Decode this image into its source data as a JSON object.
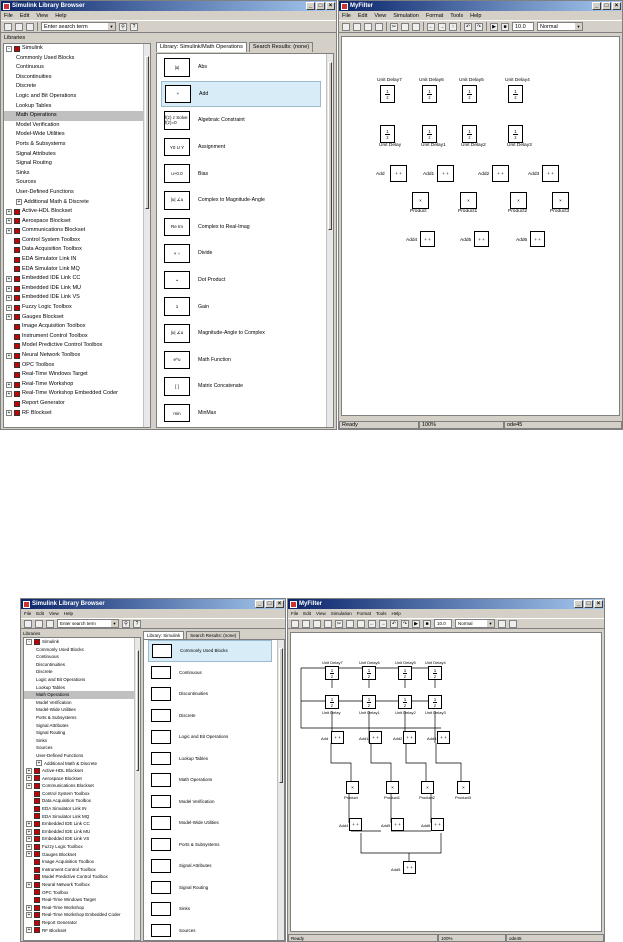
{
  "lib": {
    "title": "Simulink Library Browser",
    "menu": [
      "File",
      "Edit",
      "View",
      "Help"
    ],
    "search_value": "Enter search term",
    "libraries_label": "Libraries",
    "tree": [
      {
        "label": "Simulink",
        "lvl": 0,
        "exp": "-",
        "icon": true
      },
      {
        "label": "Commonly Used Blocks",
        "lvl": 1
      },
      {
        "label": "Continuous",
        "lvl": 1
      },
      {
        "label": "Discontinuities",
        "lvl": 1
      },
      {
        "label": "Discrete",
        "lvl": 1
      },
      {
        "label": "Logic and Bit Operations",
        "lvl": 1
      },
      {
        "label": "Lookup Tables",
        "lvl": 1
      },
      {
        "label": "Math Operations",
        "lvl": 1,
        "sel": true
      },
      {
        "label": "Model Verification",
        "lvl": 1
      },
      {
        "label": "Model-Wide Utilities",
        "lvl": 1
      },
      {
        "label": "Ports & Subsystems",
        "lvl": 1
      },
      {
        "label": "Signal Attributes",
        "lvl": 1
      },
      {
        "label": "Signal Routing",
        "lvl": 1
      },
      {
        "label": "Sinks",
        "lvl": 1
      },
      {
        "label": "Sources",
        "lvl": 1
      },
      {
        "label": "User-Defined Functions",
        "lvl": 1
      },
      {
        "label": "Additional Math & Discrete",
        "lvl": 1,
        "exp": "+"
      },
      {
        "label": "Active-HDL Blockset",
        "lvl": 0,
        "exp": "+",
        "icon": true
      },
      {
        "label": "Aerospace Blockset",
        "lvl": 0,
        "exp": "+",
        "icon": true
      },
      {
        "label": "Communications Blockset",
        "lvl": 0,
        "exp": "+",
        "icon": true
      },
      {
        "label": "Control System Toolbox",
        "lvl": 0,
        "icon": true
      },
      {
        "label": "Data Acquisition Toolbox",
        "lvl": 0,
        "icon": true
      },
      {
        "label": "EDA Simulator Link IN",
        "lvl": 0,
        "icon": true
      },
      {
        "label": "EDA Simulator Link MQ",
        "lvl": 0,
        "icon": true
      },
      {
        "label": "Embedded IDE Link CC",
        "lvl": 0,
        "exp": "+",
        "icon": true
      },
      {
        "label": "Embedded IDE Link MU",
        "lvl": 0,
        "exp": "+",
        "icon": true
      },
      {
        "label": "Embedded IDE Link VS",
        "lvl": 0,
        "exp": "+",
        "icon": true
      },
      {
        "label": "Fuzzy Logic Toolbox",
        "lvl": 0,
        "exp": "+",
        "icon": true
      },
      {
        "label": "Gauges Blockset",
        "lvl": 0,
        "exp": "+",
        "icon": true
      },
      {
        "label": "Image Acquisition Toolbox",
        "lvl": 0,
        "icon": true
      },
      {
        "label": "Instrument Control Toolbox",
        "lvl": 0,
        "icon": true
      },
      {
        "label": "Model Predictive Control Toolbox",
        "lvl": 0,
        "icon": true
      },
      {
        "label": "Neural Network Toolbox",
        "lvl": 0,
        "exp": "+",
        "icon": true
      },
      {
        "label": "OPC Toolbox",
        "lvl": 0,
        "icon": true
      },
      {
        "label": "Real-Time Windows Target",
        "lvl": 0,
        "icon": true
      },
      {
        "label": "Real-Time Workshop",
        "lvl": 0,
        "exp": "+",
        "icon": true
      },
      {
        "label": "Real-Time Workshop Embedded Coder",
        "lvl": 0,
        "exp": "+",
        "icon": true
      },
      {
        "label": "Report Generator",
        "lvl": 0,
        "icon": true
      },
      {
        "label": "RF Blockset",
        "lvl": 0,
        "exp": "+",
        "icon": true
      }
    ],
    "tab_lib_top": "Library: Simulink/Math Operations",
    "tab_lib_bottom": "Library: Simulink",
    "tab_search": "Search Results: (none)",
    "blocks_top": [
      {
        "label": "Abs",
        "icon": "|u|"
      },
      {
        "label": "Add",
        "icon": "+",
        "sel": true
      },
      {
        "label": "Algebraic Constraint",
        "icon": "f(z) z Solve f(z)=0"
      },
      {
        "label": "Assignment",
        "icon": "Y0 U Y"
      },
      {
        "label": "Bias",
        "icon": "u+0.0"
      },
      {
        "label": "Complex to Magnitude-Angle",
        "icon": "|u| ∠u"
      },
      {
        "label": "Complex to Real-Imag",
        "icon": "Re Im"
      },
      {
        "label": "Divide",
        "icon": "× ÷"
      },
      {
        "label": "Dot Product",
        "icon": "•"
      },
      {
        "label": "Gain",
        "icon": "1"
      },
      {
        "label": "Magnitude-Angle to Complex",
        "icon": "|u| ∠u"
      },
      {
        "label": "Math Function",
        "icon": "e^u"
      },
      {
        "label": "Matrix Concatenate",
        "icon": "[ ]"
      },
      {
        "label": "MinMax",
        "icon": "min"
      }
    ],
    "blocks_bottom": [
      {
        "label": "Commonly Used Blocks",
        "sel": true
      },
      {
        "label": "Continuous"
      },
      {
        "label": "Discontinuities"
      },
      {
        "label": "Discrete"
      },
      {
        "label": "Logic and Bit Operations"
      },
      {
        "label": "Lookup Tables"
      },
      {
        "label": "Math Operations"
      },
      {
        "label": "Model Verification"
      },
      {
        "label": "Model-Wide Utilities"
      },
      {
        "label": "Ports & Subsystems"
      },
      {
        "label": "Signal Attributes"
      },
      {
        "label": "Signal Routing"
      },
      {
        "label": "Sinks"
      },
      {
        "label": "Sources"
      }
    ]
  },
  "model": {
    "title": "MyFilter",
    "menu": [
      "File",
      "Edit",
      "View",
      "Simulation",
      "Format",
      "Tools",
      "Help"
    ],
    "stop_time": "10.0",
    "sim_mode": "Normal",
    "status_ready": "Ready",
    "status_zoom": "100%",
    "status_solver": "ode45",
    "unit_delay_tops": [
      "Unit Delay7",
      "Unit Delay6",
      "Unit Delay5",
      "Unit Delay4"
    ],
    "unit_delay_bots": [
      "Unit Delay",
      "Unit Delay1",
      "Unit Delay2",
      "Unit Delay3"
    ],
    "ud_frac_num": "1",
    "ud_frac_den": "z",
    "adds_row1": [
      "Add",
      "Add1",
      "Add2",
      "Add3"
    ],
    "products": [
      "Product",
      "Product1",
      "Product2",
      "Product3"
    ],
    "adds_row3": [
      "Add4",
      "Add5",
      "Add6"
    ],
    "add_final": "Add5",
    "product_symbol": "×",
    "add_symbol": "+ +"
  }
}
